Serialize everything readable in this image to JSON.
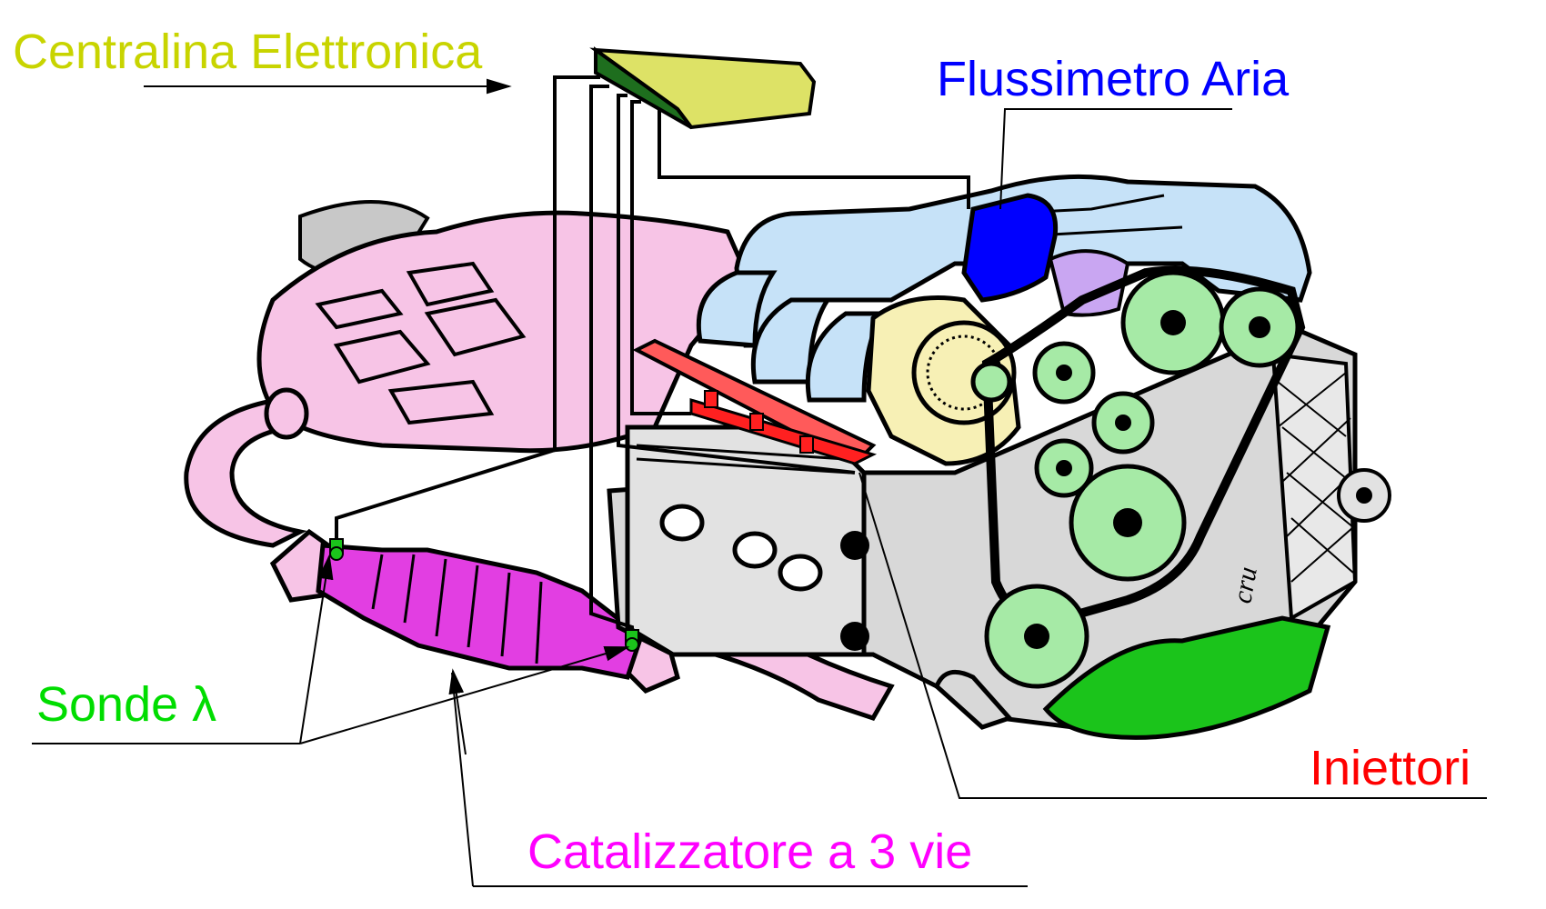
{
  "labels": {
    "ecu": "Centralina Elettronica",
    "maf": "Flussimetro Aria",
    "injectors": "Iniettori",
    "catalyst": "Catalizzatore a 3 vie",
    "lambda": "Sonde λ",
    "engraving": "cru"
  },
  "colors": {
    "ecu": "#c8d400",
    "ecu_box": "#dde266",
    "ecu_connector": "#1e6e1e",
    "maf": "#0000ff",
    "injectors": "#ff0000",
    "injector_rail": "#ff5a5a",
    "catalyst": "#ff00ff",
    "catalyst_body": "#e23ee2",
    "lambda": "#00dd00",
    "muffler": "#f7c4e6",
    "intake": "#c6e2f8",
    "engine": "#d8d8d8",
    "pulley": "#a6eaa6",
    "lines": "#000000"
  }
}
